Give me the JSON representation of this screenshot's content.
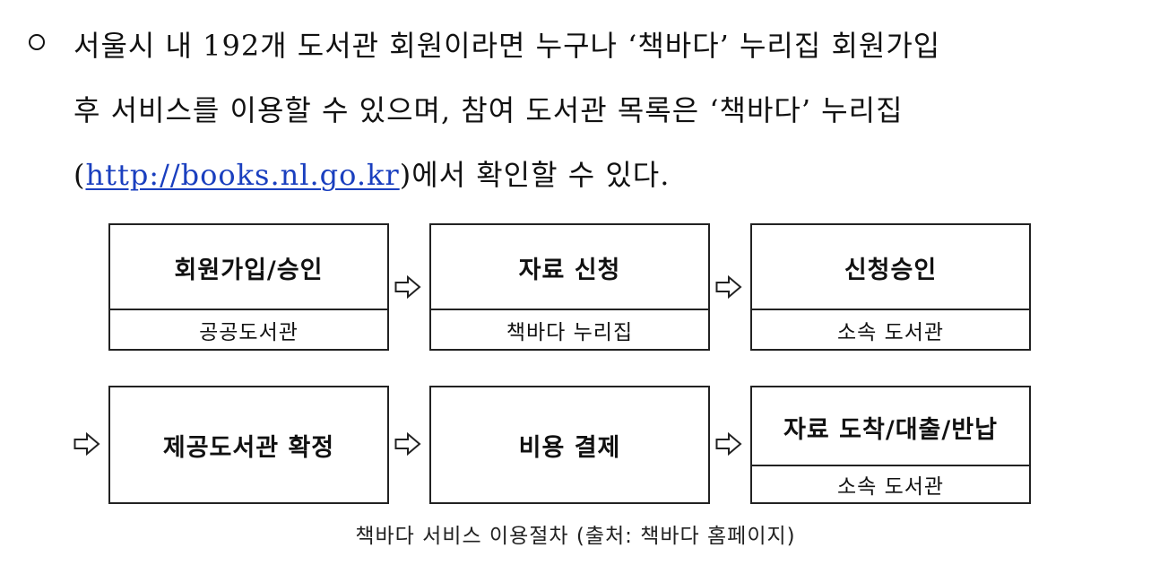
{
  "paragraph": {
    "line1": "서울시 내 192개 도서관 회원이라면 누구나 ‘책바다’ 누리집 회원가입",
    "line2": "후 서비스를 이용할 수 있으며, 참여 도서관 목록은 ‘책바다’ 누리집",
    "line3_open": "(",
    "link": "http://books.nl.go.kr",
    "line3_rest": ")에서 확인할 수 있다."
  },
  "flow": {
    "step1": {
      "title": "회원가입/승인",
      "sub": "공공도서관"
    },
    "step2": {
      "title": "자료 신청",
      "sub": "책바다 누리집"
    },
    "step3": {
      "title": "신청승인",
      "sub": "소속 도서관"
    },
    "step4": {
      "title": "제공도서관 확정"
    },
    "step5": {
      "title": "비용 결제"
    },
    "step6": {
      "title": "자료 도착/대출/반납",
      "sub": "소속 도서관"
    }
  },
  "caption": "책바다 서비스 이용절차 (출처: 책바다 홈페이지)",
  "icons": {
    "bullet": "hollow-circle-bullet",
    "arrow": "hollow-right-arrow"
  },
  "colors": {
    "link": "#1a3fbf",
    "text": "#111111",
    "border": "#222222"
  }
}
